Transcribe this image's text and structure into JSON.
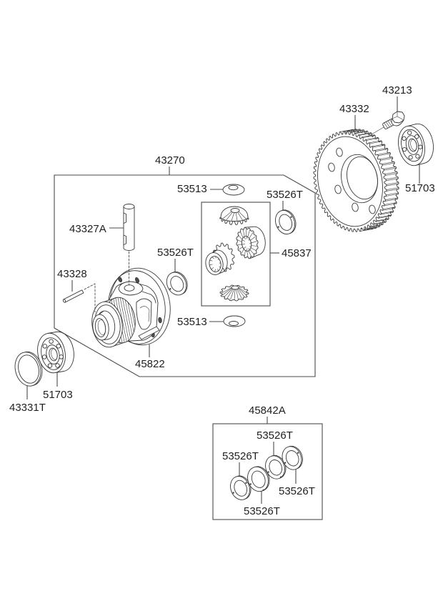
{
  "ring_gear_group": {
    "bolt": {
      "part_no": "43213"
    },
    "ring_gear": {
      "part_no": "43332"
    },
    "bearing": {
      "part_no": "51703"
    }
  },
  "differential_assembly": {
    "part_no": "43270",
    "pinion_shaft": {
      "part_no": "43327A"
    },
    "lock_pin": {
      "part_no": "43328"
    },
    "case": {
      "part_no": "45822"
    },
    "upper_spherical_washer": {
      "part_no": "53513"
    },
    "lower_spherical_washer": {
      "part_no": "53513"
    },
    "upper_thrust_washer": {
      "part_no": "53526T"
    },
    "side_thrust_washer": {
      "part_no": "53526T"
    },
    "gear_set": {
      "part_no": "45837"
    }
  },
  "left_bearing_group": {
    "bearing": {
      "part_no": "51703"
    },
    "shim": {
      "part_no": "43331T"
    }
  },
  "washer_kit": {
    "part_no": "45842A",
    "washers": [
      {
        "part_no": "53526T"
      },
      {
        "part_no": "53526T"
      },
      {
        "part_no": "53526T"
      },
      {
        "part_no": "53526T"
      }
    ]
  }
}
